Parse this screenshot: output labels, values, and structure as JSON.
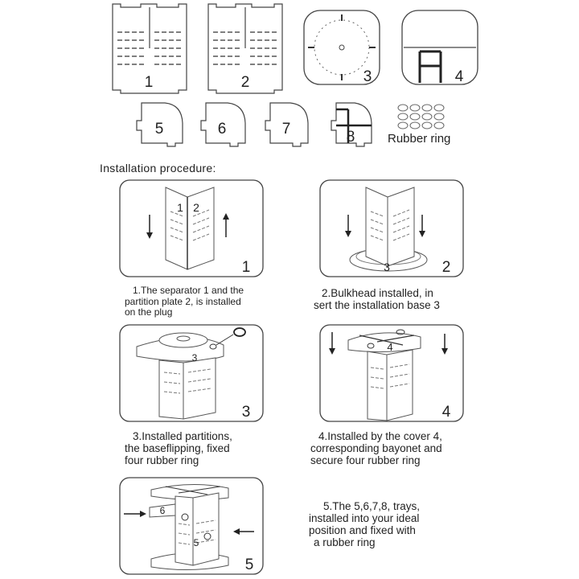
{
  "parts": {
    "part1": "1",
    "part2": "2",
    "part3": "3",
    "part4": "4",
    "part5": "5",
    "part6": "6",
    "part7": "7",
    "part8": "8",
    "rubber_ring": "Rubber ring"
  },
  "procedure_title": "Installation procedure:",
  "steps": [
    {
      "number": "1",
      "inner_labels": [
        "1",
        "2"
      ],
      "caption": [
        "1.The separator 1 and the",
        "partition plate 2, is installed",
        "on the plug"
      ]
    },
    {
      "number": "2",
      "inner_labels": [
        "3"
      ],
      "caption": [
        "2.Bulkhead installed, in",
        "sert the installation base 3"
      ]
    },
    {
      "number": "3",
      "inner_labels": [
        "3"
      ],
      "caption": [
        "3.Installed partitions,",
        "the baseflipping, fixed",
        "four rubber ring"
      ]
    },
    {
      "number": "4",
      "inner_labels": [
        "4"
      ],
      "caption": [
        "4.Installed by the cover 4,",
        "corresponding bayonet and",
        "secure four rubber ring"
      ]
    },
    {
      "number": "5",
      "inner_labels": [
        "6",
        "5"
      ],
      "caption": [
        "5.The 5,6,7,8, trays,",
        "installed into your ideal",
        "position and fixed with",
        "a rubber ring"
      ]
    }
  ]
}
